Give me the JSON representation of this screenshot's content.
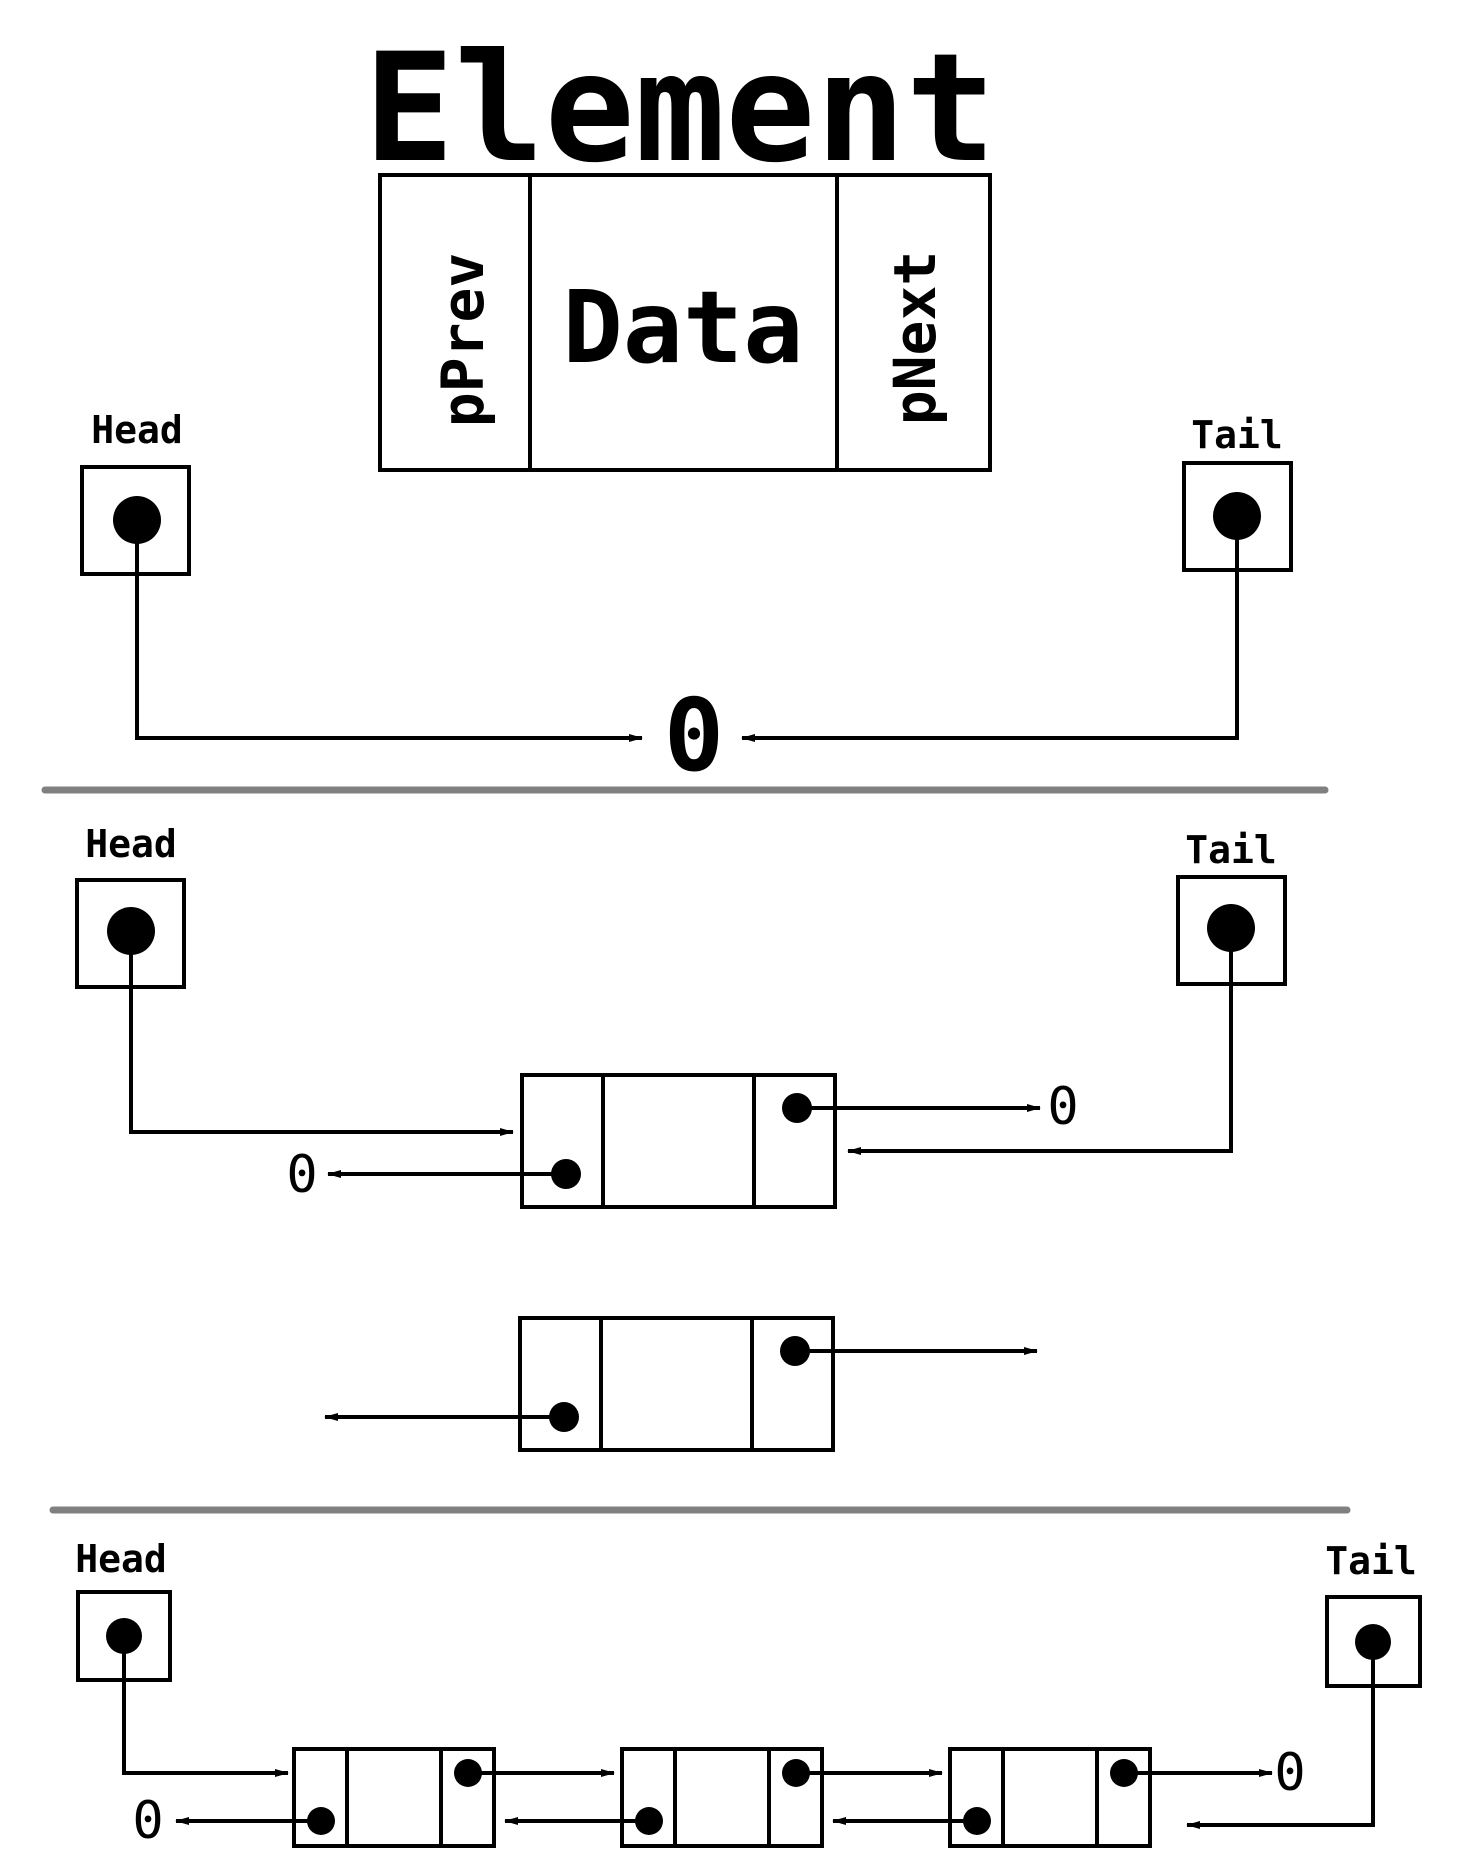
{
  "element": {
    "title": "Element",
    "fields": {
      "prev": "pPrev",
      "data": "Data",
      "next": "pNext"
    }
  },
  "labels": {
    "head": "Head",
    "tail": "Tail"
  },
  "null_symbol": "0",
  "sections": [
    {
      "name": "empty-list",
      "node_count": 0
    },
    {
      "name": "single-element-list",
      "node_count": 1,
      "detached_node": true
    },
    {
      "name": "three-element-list",
      "node_count": 3
    }
  ],
  "colors": {
    "ink": "#000000",
    "separator": "#808080",
    "background": "#ffffff"
  }
}
